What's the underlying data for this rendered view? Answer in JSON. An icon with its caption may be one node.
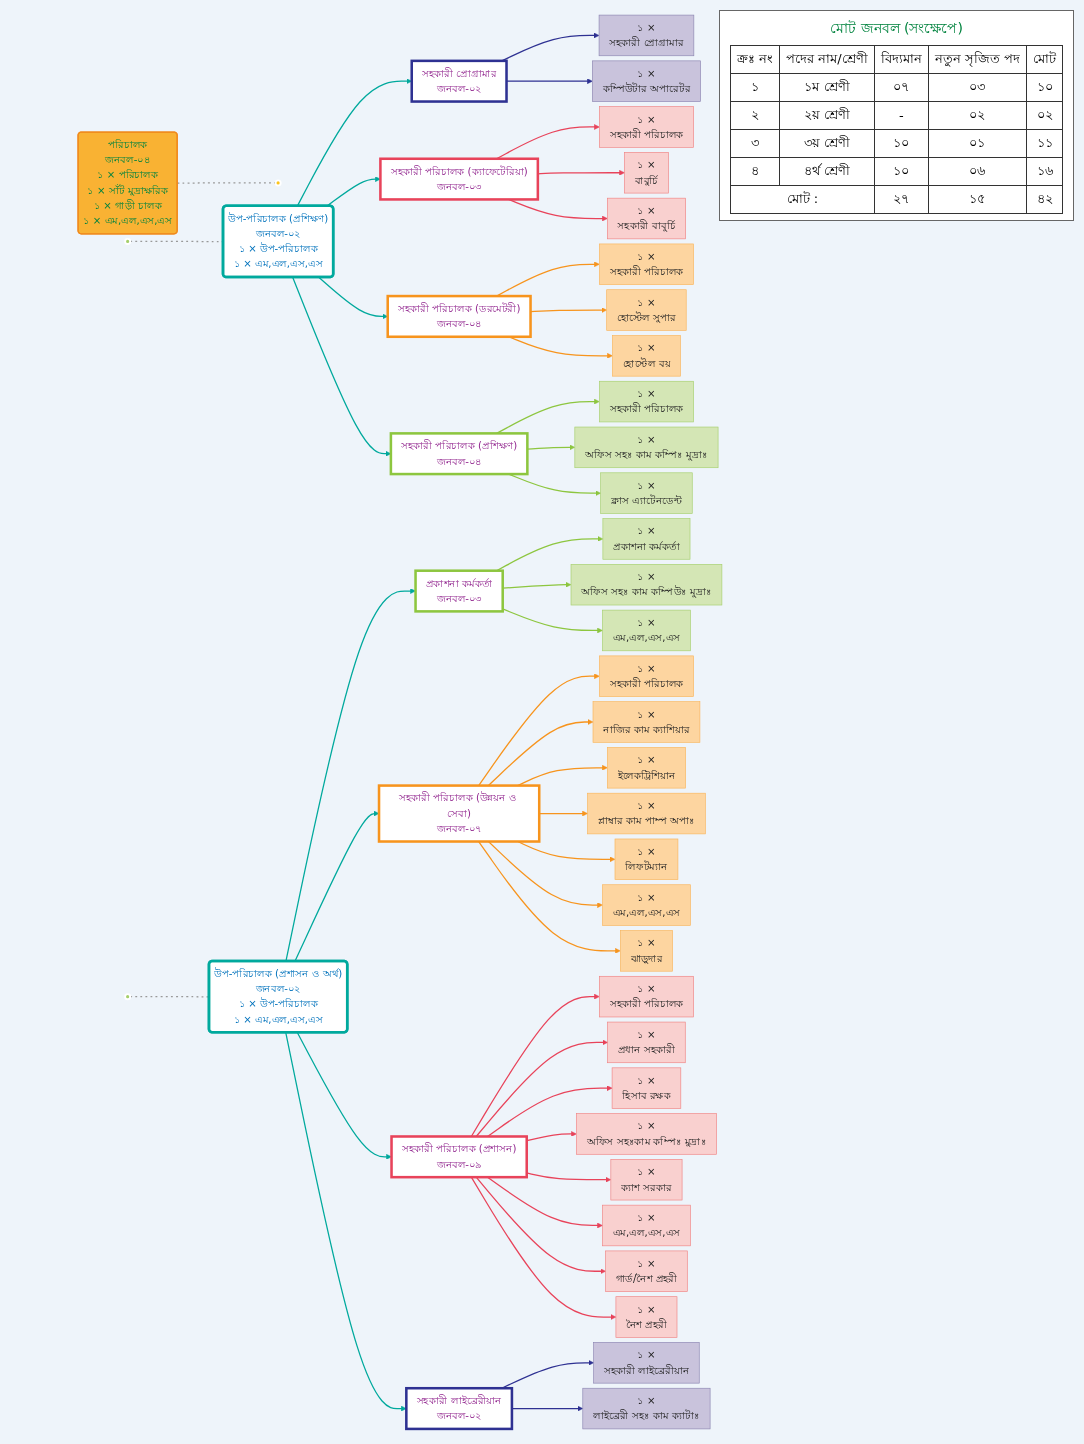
{
  "diagram": {
    "nodes": [
      {
        "text": [
          "পরিচালক",
          "জনবল-০৪",
          "১ × পরিচালক",
          "১ × সাঁট মুদ্রাক্ষরিক",
          "১ × গাড়ী চালক",
          "১ × এম,এল,এস,এস"
        ]
      },
      {
        "text": [],
        "shape": "circle"
      },
      {
        "text": [
          "উপ-পরিচালক (প্রশিক্ষণ)",
          "জনবল-০২",
          "১ × উপ-পরিচালক",
          "১ × এম,এল,এস,এস"
        ]
      },
      {
        "text": [],
        "shape": "circle"
      },
      {
        "text": [
          "উপ-পরিচালক (প্রশাসন ও অর্থ)",
          "জনবল-০২",
          "১ × উপ-পরিচালক",
          "১ × এম,এল,এস,এস"
        ]
      },
      {
        "text": [],
        "shape": "circle"
      },
      {
        "text": [
          "সহকারী প্রোগ্রামার",
          "জনবল-০২"
        ]
      },
      {
        "text": [
          "সহকারী পরিচালক (ক্যাফেটেরিয়া)",
          "জনবল-০৩"
        ]
      },
      {
        "text": [
          "সহকারী পরিচালক (ডরমেটরী)",
          "জনবল-০৪"
        ]
      },
      {
        "text": [
          "সহকারী পরিচালক (প্রশিক্ষণ)",
          "জনবল-০৪"
        ]
      },
      {
        "text": [
          "প্রকাশনা কর্মকর্তা",
          "জনবল-০৩"
        ]
      },
      {
        "text": [
          "সহকারী পরিচালক (উন্নয়ন ও সেবা)",
          "জনবল-০৭"
        ]
      },
      {
        "text": [
          "সহকারী পরিচালক (প্রশাসন)",
          "জনবল-০৯"
        ]
      },
      {
        "text": [
          "সহকারী লাইব্রেরীয়ান",
          "জনবল-০২"
        ]
      },
      {
        "text": [
          "১ ×",
          "সহকারী প্রোগ্রামার"
        ]
      },
      {
        "text": [
          "১ ×",
          "কম্পিউটার অপারেটর"
        ]
      },
      {
        "text": [
          "১ ×",
          "সহকারী পরিচালক"
        ]
      },
      {
        "text": [
          "১ ×",
          "বাবুর্চি"
        ]
      },
      {
        "text": [
          "১ ×",
          "সহকারী বাবুর্চি"
        ]
      },
      {
        "text": [
          "১ ×",
          "সহকারী পরিচালক"
        ]
      },
      {
        "text": [
          "১ ×",
          "হোস্টেল সুপার"
        ]
      },
      {
        "text": [
          "১ ×",
          "হোস্টেল বয়"
        ]
      },
      {
        "text": [
          "১ ×",
          "সহকারী পরিচালক"
        ]
      },
      {
        "text": [
          "১ ×",
          "অফিস সহঃ কাম কম্পিঃ মুদ্রাঃ"
        ]
      },
      {
        "text": [
          "১ ×",
          "ক্লাস এ্যাটেনডেন্ট"
        ]
      },
      {
        "text": [
          "১ ×",
          "প্রকাশনা কর্মকর্তা"
        ]
      },
      {
        "text": [
          "১ ×",
          "অফিস সহঃ কাম কম্পিউঃ মুদ্রাঃ"
        ]
      },
      {
        "text": [
          "১ ×",
          "এম,এল,এস,এস"
        ]
      },
      {
        "text": [
          "১ ×",
          "সহকারী পরিচালক"
        ]
      },
      {
        "text": [
          "১ ×",
          "নাজির কাম ক্যাশিয়ার"
        ]
      },
      {
        "text": [
          "১ ×",
          "ইলেকট্রিশিয়ান"
        ]
      },
      {
        "text": [
          "১ ×",
          "প্লাম্বার কাম পাম্প অপাঃ"
        ]
      },
      {
        "text": [
          "১ ×",
          "লিফটম্যান"
        ]
      },
      {
        "text": [
          "১ ×",
          "এম,এল,এস,এস"
        ]
      },
      {
        "text": [
          "১ ×",
          "ঝাড়ুদার"
        ]
      },
      {
        "text": [
          "১ ×",
          "সহকারী পরিচালক"
        ]
      },
      {
        "text": [
          "১ ×",
          "প্রধান সহকারী"
        ]
      },
      {
        "text": [
          "১ ×",
          "হিসাব রক্ষক"
        ]
      },
      {
        "text": [
          "১ ×",
          "অফিস সহঃকাম কম্পিঃ মুদ্রাঃ"
        ]
      },
      {
        "text": [
          "১ ×",
          "ক্যাশ সরকার"
        ]
      },
      {
        "text": [
          "১ ×",
          "এম,এল,এস,এস"
        ]
      },
      {
        "text": [
          "১ ×",
          "গার্ড/নৈশ প্রহরী"
        ]
      },
      {
        "text": [
          "১ ×",
          "নৈশ প্রহরী"
        ]
      },
      {
        "text": [
          "১ ×",
          "সহকারী লাইব্রেরীয়ান"
        ]
      },
      {
        "text": [
          "১ ×",
          "লাইব্রেরী সহঃ কাম ক্যাটাঃ"
        ]
      }
    ],
    "edges": [
      {
        "from": 0,
        "to": 1,
        "arrow": "none",
        "style": "dashed",
        "color": "#999999"
      },
      {
        "from": 3,
        "to": 2,
        "arrow": "none",
        "style": "dashed",
        "color": "#999999"
      },
      {
        "from": 5,
        "to": 4,
        "arrow": "none",
        "style": "dashed",
        "color": "#999999"
      },
      {
        "from": 2,
        "to": 6,
        "arrow": "to",
        "color": "#00a99d"
      },
      {
        "from": 2,
        "to": 7,
        "arrow": "to",
        "color": "#00a99d"
      },
      {
        "from": 2,
        "to": 8,
        "arrow": "to",
        "color": "#00a99d"
      },
      {
        "from": 2,
        "to": 9,
        "arrow": "to",
        "color": "#00a99d"
      },
      {
        "from": 4,
        "to": 10,
        "arrow": "to",
        "color": "#00a99d"
      },
      {
        "from": 4,
        "to": 11,
        "arrow": "to",
        "color": "#00a99d"
      },
      {
        "from": 4,
        "to": 12,
        "arrow": "to",
        "color": "#00a99d"
      },
      {
        "from": 4,
        "to": 13,
        "arrow": "to",
        "color": "#00a99d"
      },
      {
        "from": 6,
        "to": 14,
        "arrow": "to",
        "color": "#2e3192"
      },
      {
        "from": 6,
        "to": 15,
        "arrow": "to",
        "color": "#2e3192"
      },
      {
        "from": 7,
        "to": 16,
        "arrow": "to"
      },
      {
        "from": 7,
        "to": 17,
        "arrow": "to"
      },
      {
        "from": 7,
        "to": 18,
        "arrow": "to"
      },
      {
        "from": 8,
        "to": 19,
        "arrow": "to",
        "color": "#f7941d"
      },
      {
        "from": 8,
        "to": 20,
        "arrow": "to",
        "color": "#f7941d"
      },
      {
        "from": 8,
        "to": 21,
        "arrow": "to",
        "color": "#f7941d"
      },
      {
        "from": 9,
        "to": 22,
        "arrow": "to",
        "color": "#8dc63f"
      },
      {
        "from": 9,
        "to": 23,
        "arrow": "to",
        "color": "#8dc63f"
      },
      {
        "from": 9,
        "to": 24,
        "arrow": "to",
        "color": "#8dc63f"
      },
      {
        "from": 10,
        "to": 25,
        "arrow": "to",
        "color": "#8dc63f"
      },
      {
        "from": 10,
        "to": 26,
        "arrow": "to",
        "color": "#8dc63f"
      },
      {
        "from": 10,
        "to": 27,
        "arrow": "to",
        "color": "#8dc63f"
      },
      {
        "from": 11,
        "to": 28,
        "arrow": "to",
        "color": "#f7941d"
      },
      {
        "from": 11,
        "to": 29,
        "arrow": "to",
        "color": "#f7941d"
      },
      {
        "from": 11,
        "to": 30,
        "arrow": "to",
        "color": "#f7941d"
      },
      {
        "from": 11,
        "to": 31,
        "arrow": "to",
        "color": "#f7941d"
      },
      {
        "from": 11,
        "to": 32,
        "arrow": "to",
        "color": "#f7941d"
      },
      {
        "from": 11,
        "to": 33,
        "arrow": "to",
        "color": "#f7941d"
      },
      {
        "from": 11,
        "to": 34,
        "arrow": "to",
        "color": "#f7941d"
      },
      {
        "from": 12,
        "to": 35,
        "arrow": "to"
      },
      {
        "from": 12,
        "to": 36,
        "arrow": "to"
      },
      {
        "from": 12,
        "to": 37,
        "arrow": "to"
      },
      {
        "from": 12,
        "to": 38,
        "arrow": "to"
      },
      {
        "from": 12,
        "to": 39,
        "arrow": "to"
      },
      {
        "from": 12,
        "to": 40,
        "arrow": "to"
      },
      {
        "from": 12,
        "to": 41,
        "arrow": "to"
      },
      {
        "from": 12,
        "to": 42,
        "arrow": "to"
      },
      {
        "from": 13,
        "to": 43,
        "arrow": "to",
        "color": "#2e3192"
      },
      {
        "from": 13,
        "to": 44,
        "arrow": "to",
        "color": "#2e3192"
      }
    ],
    "labels": [
      "মোট জনবল (সংক্ষেপে)",
      "ক্রঃ নং",
      "পদের নাম/শ্রেণী",
      "বিদ্যমান",
      "নতুন সৃজিত পদ",
      "মোট",
      "১",
      "১ম শ্রেণী",
      "০৭",
      "০৩",
      "১০",
      "২",
      "২য় শ্রেণী",
      "-",
      "০২",
      "০২",
      "৩",
      "৩য় শ্রেণী",
      "১০",
      "০১",
      "১১",
      "৪",
      "৪র্থ শ্রেণী",
      "১০",
      "০৬",
      "১৬",
      "মোট :",
      "২৭",
      "১৫",
      "৪২"
    ]
  }
}
